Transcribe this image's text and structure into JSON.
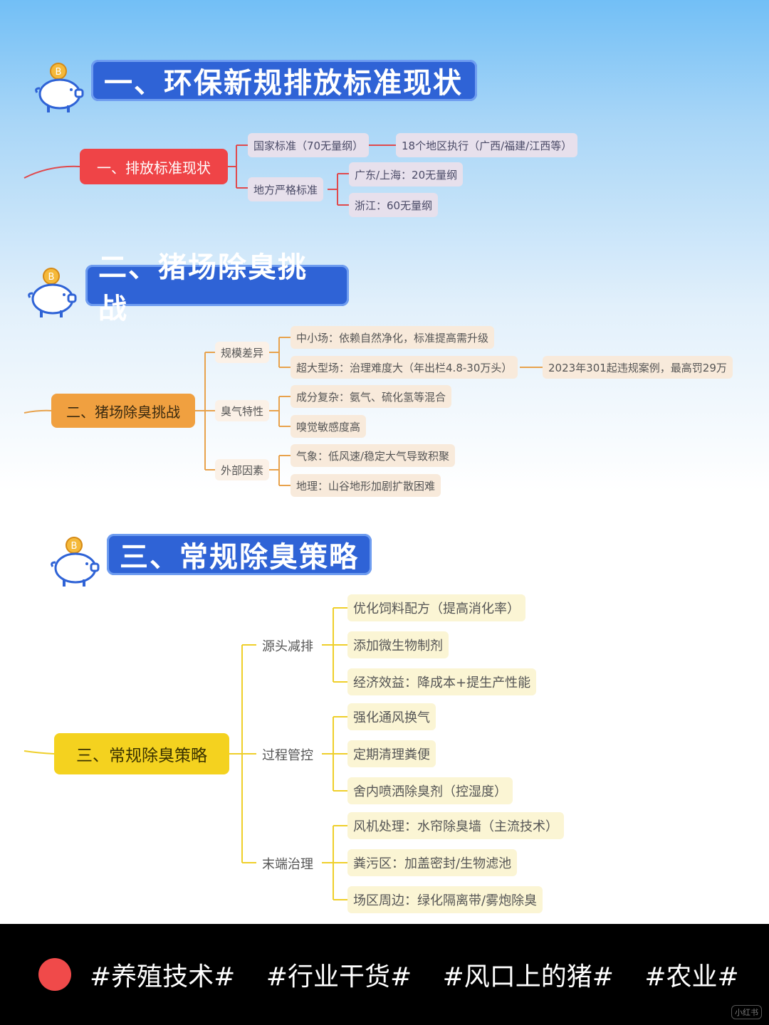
{
  "section1": {
    "title": "一、环保新规排放标准现状",
    "root": "一、排放标准现状",
    "branches": [
      {
        "label": "国家标准（70无量纲）",
        "children": [
          "18个地区执行（广西/福建/江西等）"
        ]
      },
      {
        "label": "地方严格标准",
        "children": [
          "广东/上海：20无量纲",
          "浙江：60无量纲"
        ]
      }
    ]
  },
  "section2": {
    "title": "二、猪场除臭挑战",
    "root": "二、猪场除臭挑战",
    "branches": [
      {
        "label": "规模差异",
        "children": [
          "中小场：依赖自然净化，标准提高需升级",
          "超大型场：治理难度大（年出栏4.8-30万头）"
        ],
        "extra": "2023年301起违规案例，最高罚29万"
      },
      {
        "label": "臭气特性",
        "children": [
          "成分复杂：氨气、硫化氢等混合",
          "嗅觉敏感度高"
        ]
      },
      {
        "label": "外部因素",
        "children": [
          "气象：低风速/稳定大气导致积聚",
          "地理：山谷地形加剧扩散困难"
        ]
      }
    ]
  },
  "section3": {
    "title": "三、常规除臭策略",
    "root": "三、常规除臭策略",
    "branches": [
      {
        "label": "源头减排",
        "children": [
          "优化饲料配方（提高消化率）",
          "添加微生物制剂",
          "经济效益：降成本+提生产性能"
        ]
      },
      {
        "label": "过程管控",
        "children": [
          "强化通风换气",
          "定期清理粪便",
          "舍内喷洒除臭剂（控湿度）"
        ]
      },
      {
        "label": "末端治理",
        "children": [
          "风机处理：水帘除臭墙（主流技术）",
          "粪污区：加盖密封/生物滤池",
          "场区周边：绿化隔离带/雾炮除臭"
        ]
      }
    ]
  },
  "footer": {
    "tags": [
      "#养殖技术#",
      "#行业干货#",
      "#风口上的猪#",
      "#农业#"
    ],
    "watermark": "小红书"
  },
  "colors": {
    "section_title_bg": "#2f63d6",
    "section1_accent": "#ef4447",
    "section2_accent": "#f0a040",
    "section3_accent": "#f4d21f",
    "footer_bg": "#000000",
    "record_dot": "#f04a4a"
  },
  "icons": [
    "piggy-bank-icon",
    "record-dot-icon"
  ]
}
